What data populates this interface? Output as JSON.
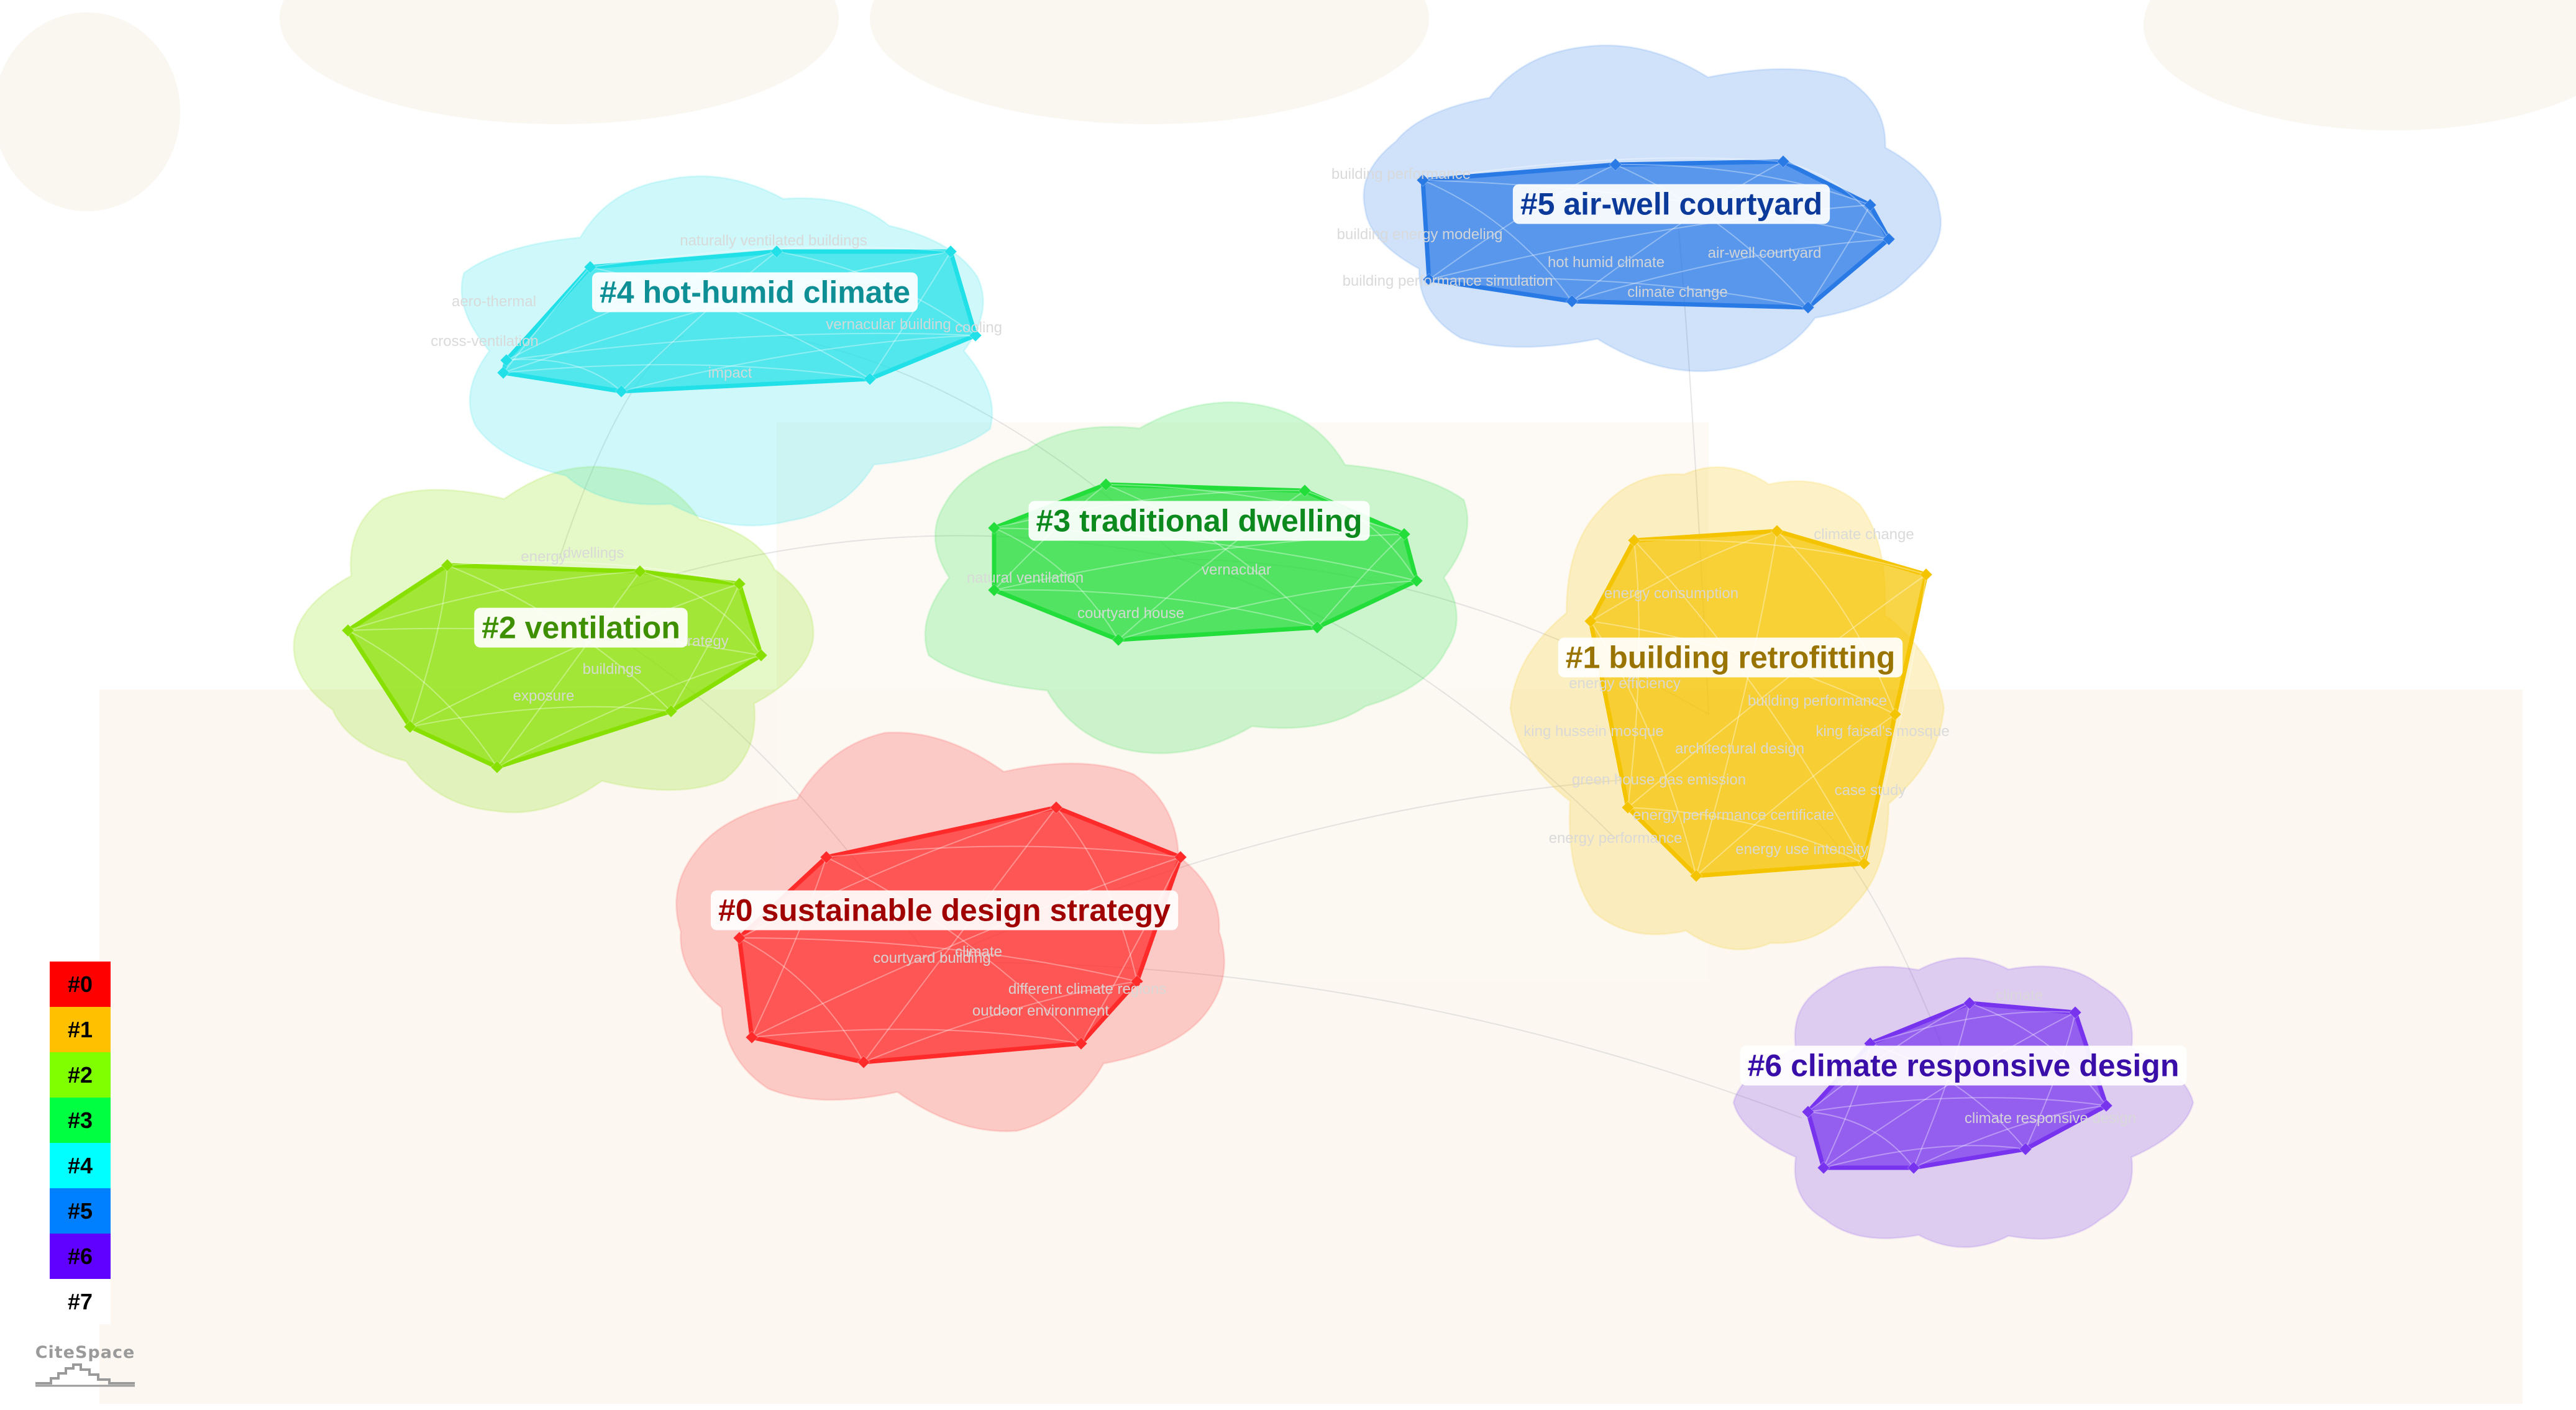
{
  "clusters": [
    {
      "id": "0",
      "label": "#0 sustainable design strategy",
      "color": "#ff2a2a",
      "label_color": "#a00000",
      "keywords": [
        "climate",
        "courtyard building",
        "different climate regions",
        "outdoor environment"
      ]
    },
    {
      "id": "1",
      "label": "#1 building retrofitting",
      "color": "#f5c400",
      "label_color": "#9a7400",
      "keywords": [
        "climate change",
        "energy consumption",
        "energy efficiency",
        "building performance",
        "king hussein mosque",
        "king faisal's mosque",
        "architectural design",
        "green house gas emission",
        "case study",
        "energy performance certificate",
        "energy performance",
        "energy use intensity"
      ]
    },
    {
      "id": "2",
      "label": "#2 ventilation",
      "color": "#88e000",
      "label_color": "#3e9000",
      "keywords": [
        "energy",
        "dwellings",
        "buildings",
        "strategy",
        "exposure"
      ]
    },
    {
      "id": "3",
      "label": "#3 traditional dwelling",
      "color": "#22dd3a",
      "label_color": "#0d8a1e",
      "keywords": [
        "natural ventilation",
        "courtyard house",
        "vernacular"
      ]
    },
    {
      "id": "4",
      "label": "#4 hot-humid climate",
      "color": "#22e0e8",
      "label_color": "#0e8f95",
      "keywords": [
        "naturally ventilated buildings",
        "aero-thermal",
        "cross-ventilation",
        "impact",
        "vernacular building",
        "cooling"
      ]
    },
    {
      "id": "5",
      "label": "#5 air-well courtyard",
      "color": "#2a7ae6",
      "label_color": "#0c3a9a",
      "keywords": [
        "building performance",
        "building energy modeling",
        "building performance simulation",
        "hot humid climate",
        "air-well courtyard",
        "climate change"
      ]
    },
    {
      "id": "6",
      "label": "#6 climate responsive design",
      "color": "#7733ee",
      "label_color": "#3a0ea8",
      "keywords": [
        "climate",
        "climate responsive design"
      ]
    }
  ],
  "legend": [
    {
      "label": "#0",
      "color": "#ff0000"
    },
    {
      "label": "#1",
      "color": "#ffc000"
    },
    {
      "label": "#2",
      "color": "#80ff00"
    },
    {
      "label": "#3",
      "color": "#00ff40"
    },
    {
      "label": "#4",
      "color": "#00ffff"
    },
    {
      "label": "#5",
      "color": "#0080ff"
    },
    {
      "label": "#6",
      "color": "#6000ff"
    },
    {
      "label": "#7",
      "color": "#ffffff"
    }
  ],
  "brand": {
    "name": "CiteSpace"
  }
}
